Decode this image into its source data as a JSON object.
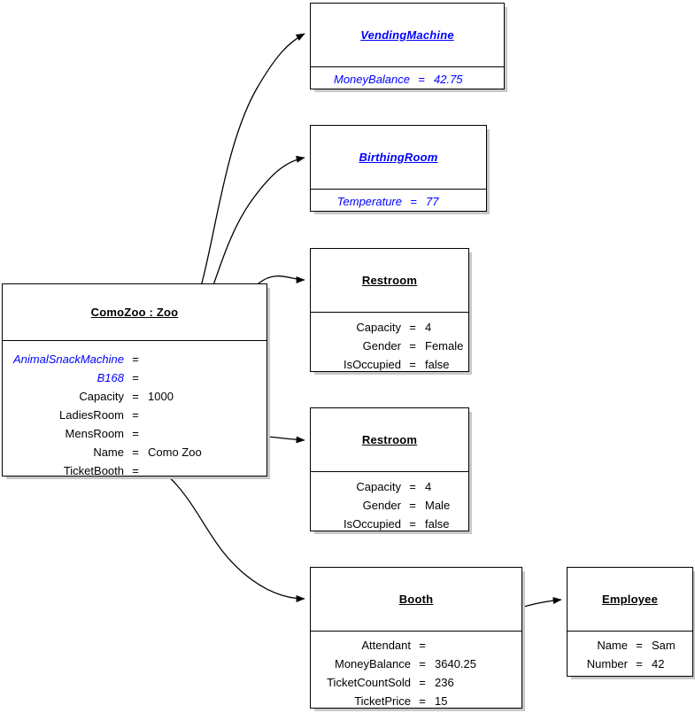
{
  "diagram": {
    "type": "uml-object-diagram",
    "colors": {
      "link": "#0000ff",
      "text": "#000000",
      "shadow": "#c8c8c8",
      "border": "#000000",
      "background": "#ffffff"
    },
    "objects": [
      {
        "id": "vending-machine",
        "title": "VendingMachine",
        "title_style": "italic-blue",
        "attributes": [
          {
            "name": "MoneyBalance",
            "eq": "=",
            "value": "42.75",
            "style": "blue"
          }
        ]
      },
      {
        "id": "birthing-room",
        "title": "BirthingRoom",
        "title_style": "italic-blue",
        "attributes": [
          {
            "name": "Temperature",
            "eq": "=",
            "value": "77",
            "style": "blue"
          }
        ]
      },
      {
        "id": "restroom-female",
        "title": "Restroom",
        "title_style": "plain",
        "attributes": [
          {
            "name": "Capacity",
            "eq": "=",
            "value": "4",
            "style": "plain"
          },
          {
            "name": "Gender",
            "eq": "=",
            "value": "Female",
            "style": "plain"
          },
          {
            "name": "IsOccupied",
            "eq": "=",
            "value": "false",
            "style": "plain"
          }
        ]
      },
      {
        "id": "restroom-male",
        "title": "Restroom",
        "title_style": "plain",
        "attributes": [
          {
            "name": "Capacity",
            "eq": "=",
            "value": "4",
            "style": "plain"
          },
          {
            "name": "Gender",
            "eq": "=",
            "value": "Male",
            "style": "plain"
          },
          {
            "name": "IsOccupied",
            "eq": "=",
            "value": "false",
            "style": "plain"
          }
        ]
      },
      {
        "id": "como-zoo",
        "title": "ComoZoo : Zoo",
        "title_style": "plain",
        "attributes": [
          {
            "name": "AnimalSnackMachine",
            "eq": "=",
            "value": "",
            "style": "blue"
          },
          {
            "name": "B168",
            "eq": "=",
            "value": "",
            "style": "blue"
          },
          {
            "name": "Capacity",
            "eq": "=",
            "value": "1000",
            "style": "plain"
          },
          {
            "name": "LadiesRoom",
            "eq": "=",
            "value": "",
            "style": "plain"
          },
          {
            "name": "MensRoom",
            "eq": "=",
            "value": "",
            "style": "plain"
          },
          {
            "name": "Name",
            "eq": "=",
            "value": "Como Zoo",
            "style": "plain"
          },
          {
            "name": "TicketBooth",
            "eq": "=",
            "value": "",
            "style": "plain"
          }
        ]
      },
      {
        "id": "booth",
        "title": "Booth",
        "title_style": "plain",
        "attributes": [
          {
            "name": "Attendant",
            "eq": "=",
            "value": "",
            "style": "plain"
          },
          {
            "name": "MoneyBalance",
            "eq": "=",
            "value": "3640.25",
            "style": "plain"
          },
          {
            "name": "TicketCountSold",
            "eq": "=",
            "value": "236",
            "style": "plain"
          },
          {
            "name": "TicketPrice",
            "eq": "=",
            "value": "15",
            "style": "plain"
          }
        ]
      },
      {
        "id": "employee",
        "title": "Employee",
        "title_style": "plain",
        "attributes": [
          {
            "name": "Name",
            "eq": "=",
            "value": "Sam",
            "style": "plain"
          },
          {
            "name": "Number",
            "eq": "=",
            "value": "42",
            "style": "plain"
          }
        ]
      }
    ],
    "links": [
      {
        "id": "link-animalsnackmachine",
        "from": "como-zoo.AnimalSnackMachine",
        "to": "vending-machine"
      },
      {
        "id": "link-b168",
        "from": "como-zoo.B168",
        "to": "birthing-room"
      },
      {
        "id": "link-ladiesroom",
        "from": "como-zoo.LadiesRoom",
        "to": "restroom-female"
      },
      {
        "id": "link-mensroom",
        "from": "como-zoo.MensRoom",
        "to": "restroom-male"
      },
      {
        "id": "link-ticketbooth",
        "from": "como-zoo.TicketBooth",
        "to": "booth"
      },
      {
        "id": "link-attendant",
        "from": "booth.Attendant",
        "to": "employee"
      }
    ]
  }
}
